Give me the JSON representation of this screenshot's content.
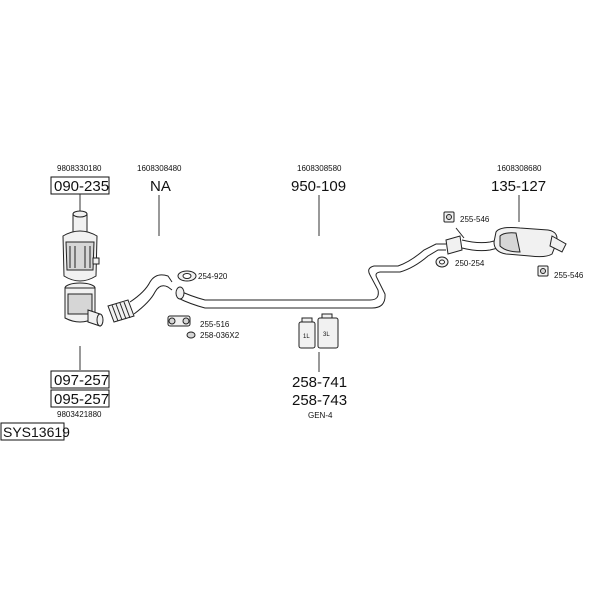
{
  "labels": {
    "ref_cat_top": "9808330180",
    "part_cat_top": "090-235",
    "ref_na": "1608308480",
    "part_na": "NA",
    "ref_mid": "1608308580",
    "part_mid": "950-109",
    "ref_rear": "1608308680",
    "part_rear": "135-127",
    "part_cat_bottom_1": "097-257",
    "part_cat_bottom_2": "095-257",
    "ref_cat_bottom": "9803421880",
    "system_code": "SYS13619",
    "chem_part_1": "258-741",
    "chem_part_2": "258-743",
    "chem_note": "GEN-4",
    "gasket": "254-920",
    "clamp_front": "255-516",
    "washer_front": "258-036X2",
    "clamp_rear_top": "255-546",
    "ring_rear": "250-254",
    "clamp_rear_right": "255-546",
    "bottle_small": "1L",
    "bottle_large": "3L"
  }
}
